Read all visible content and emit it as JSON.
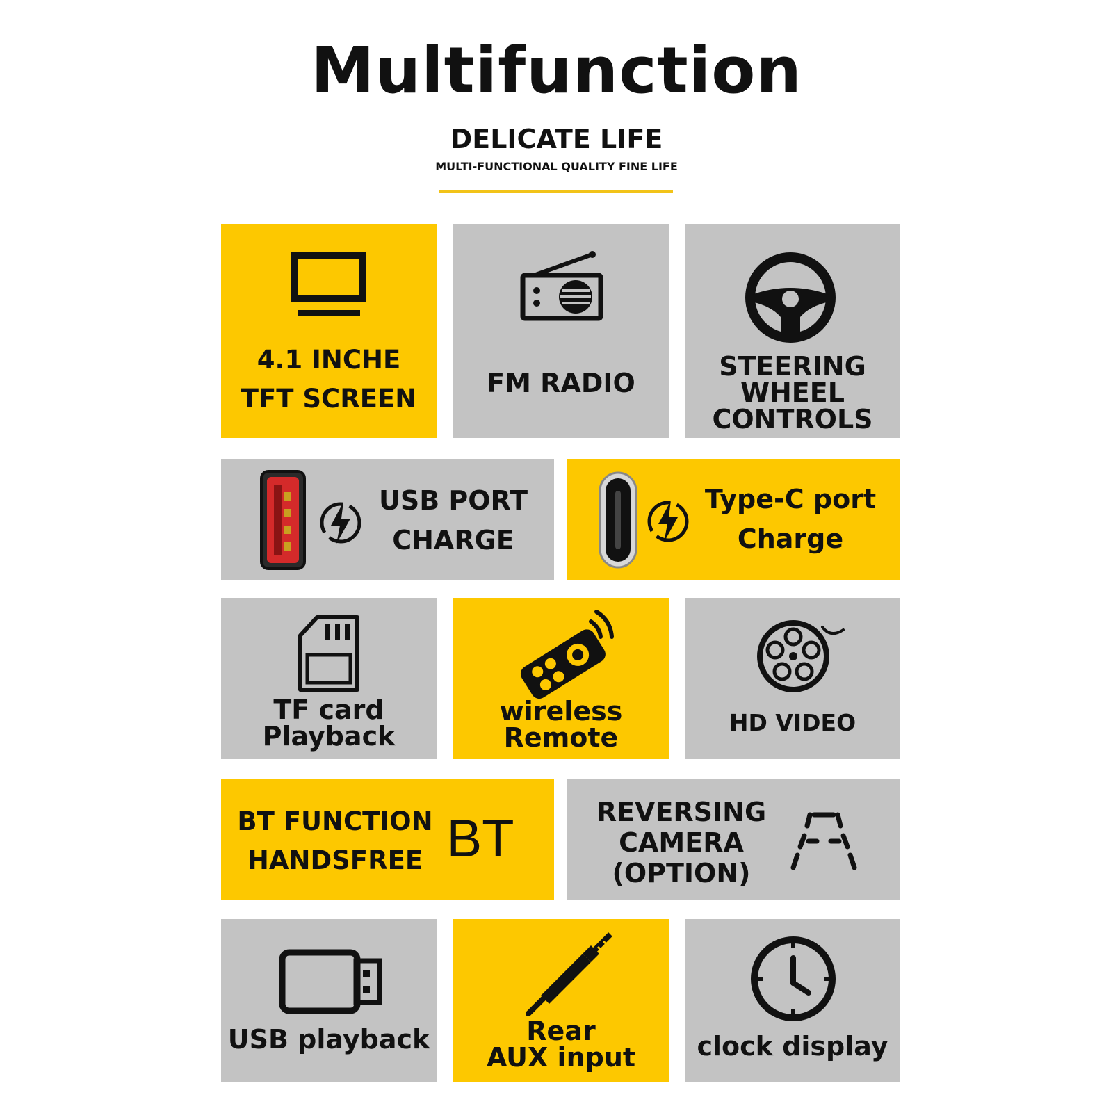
{
  "header": {
    "title": "Multifunction",
    "subtitle": "DELICATE LIFE",
    "tagline": "MULTI-FUNCTIONAL QUALITY FINE LIFE"
  },
  "colors": {
    "accent": "#fdc800",
    "tile_gray": "#c3c3c3",
    "ink": "#111111",
    "usb_red": "#d42a2a"
  },
  "tiles": {
    "screen": {
      "icon": "monitor-icon",
      "line1": "4.1 INCHE",
      "line2": "TFT SCREEN"
    },
    "radio": {
      "icon": "radio-icon",
      "line1": "FM RADIO"
    },
    "steering": {
      "icon": "steering-wheel-icon",
      "line1": "STEERING",
      "line2": "WHEEL",
      "line3": "CONTROLS"
    },
    "usb_charge": {
      "icon": "usb-port-icon",
      "line1": "USB PORT",
      "line2": "CHARGE"
    },
    "typec_charge": {
      "icon": "type-c-port-icon",
      "line1": "Type-C port",
      "line2": "Charge"
    },
    "tf_card": {
      "icon": "sd-card-icon",
      "line1": "TF card",
      "line2": "Playback"
    },
    "remote": {
      "icon": "remote-control-icon",
      "line1": "wireless",
      "line2": "Remote"
    },
    "video": {
      "icon": "film-reel-icon",
      "line1": "HD VIDEO"
    },
    "bt": {
      "icon": "bt-text-icon",
      "line1": "BT FUNCTION",
      "line2": "HANDSFREE",
      "mark": "BT"
    },
    "camera": {
      "icon": "parking-lines-icon",
      "line1": "REVERSING",
      "line2": "CAMERA",
      "line3": "(OPTION)"
    },
    "usb_play": {
      "icon": "usb-stick-icon",
      "line1": "USB playback"
    },
    "aux": {
      "icon": "aux-jack-icon",
      "line1": "Rear",
      "line2": "AUX input"
    },
    "clock": {
      "icon": "clock-icon",
      "line1": "clock display"
    }
  }
}
